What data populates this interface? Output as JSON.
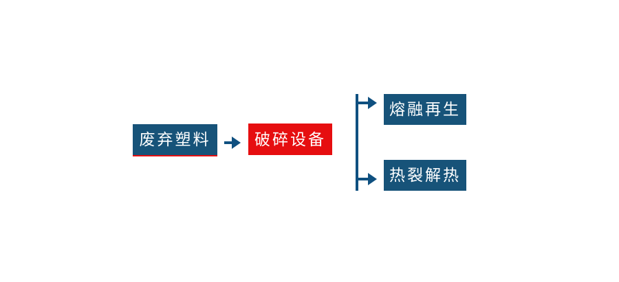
{
  "colors": {
    "canvas-bg": "#ffffff",
    "node-blue": "#175379",
    "node-red": "#e60e10",
    "connector-blue": "#0f5080",
    "underline-red": "#e60e10",
    "node-text": "#ffffff"
  },
  "diagram": {
    "type": "flowchart",
    "direction": "left-to-right",
    "nodes": [
      {
        "id": "waste-plastic",
        "label": "废弃塑料",
        "shape": "rect-blue-with-red-underline"
      },
      {
        "id": "crushing-equipment",
        "label": "破碎设备",
        "shape": "rect-red"
      },
      {
        "id": "melt-regeneration",
        "label": "熔融再生",
        "shape": "rect-blue"
      },
      {
        "id": "pyrolysis-heat",
        "label": "热裂解热",
        "shape": "rect-blue"
      }
    ],
    "edges": [
      {
        "from": "waste-plastic",
        "to": "crushing-equipment",
        "style": "arrow"
      },
      {
        "from": "crushing-equipment",
        "to": "melt-regeneration",
        "style": "branch-arrow"
      },
      {
        "from": "crushing-equipment",
        "to": "pyrolysis-heat",
        "style": "branch-arrow"
      }
    ]
  }
}
